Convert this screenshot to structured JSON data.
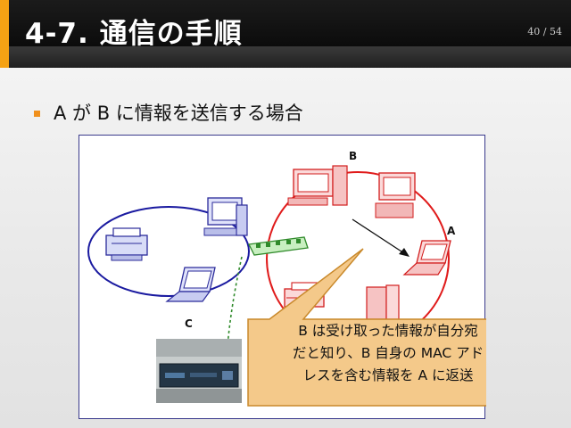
{
  "header": {
    "title": "4-7. 通信の手順",
    "page_number": "40 / 54"
  },
  "body": {
    "bullet": "A が B に情報を送信する場合"
  },
  "figure": {
    "labels": {
      "a": "A",
      "b": "B",
      "c": "C"
    },
    "callout_lines": [
      "B は受け取った情報が自分宛",
      "だと知り、B 自身の MAC アド",
      "レスを含む情報を A に返送"
    ],
    "colors": {
      "left_network": "#1a1aa0",
      "right_network": "#e01b1b",
      "callout_fill": "#f4c98a",
      "callout_border": "#c9892b",
      "accent": "#f5a214"
    }
  }
}
